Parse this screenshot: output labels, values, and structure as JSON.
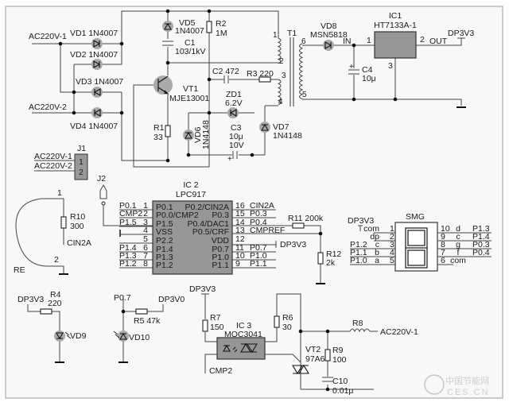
{
  "power": {
    "ac1": "AC220V-1",
    "ac2": "AC220V-2",
    "vd1": "VD1 1N4007",
    "vd2": "VD2 1N4007",
    "vd3": "VD3 1N4007",
    "vd4": "VD4 1N4007",
    "vd5": "VD5",
    "vd5_part": "1N4007",
    "r2": "R2",
    "r2_val": "1M",
    "c1": "C1",
    "c1_val": "103/1kV",
    "vt1": "VT1",
    "vt1_part": "MJE13001",
    "c2": "C2 472",
    "r3": "R3 220",
    "zd1": "ZD1",
    "zd1_val": "6.2V",
    "r1": "R1",
    "r1_val": "33",
    "vd6": "VD6",
    "vd6_part": "1N4148",
    "c3": "C3",
    "c3_val": "10μ",
    "c3_volt": "10V",
    "c3_plus": "+",
    "vd7": "VD7",
    "vd7_part": "1N4148",
    "t1": "T1",
    "t1_pins": [
      "1",
      "2",
      "3",
      "4",
      "5",
      "6"
    ],
    "vd8": "VD8",
    "vd8_part": "MSN5818",
    "in": "IN",
    "c4": "C4",
    "c4_val": "10μ",
    "c4_plus": "+",
    "ic1": "IC1",
    "ic1_part": "HT7133A-1",
    "ic1_pin1": "1",
    "ic1_pin2": "2",
    "ic1_pin3": "3",
    "out": "OUT",
    "dp3v3": "DP3V3"
  },
  "j1": {
    "name": "J1",
    "net1": "AC220V-1",
    "net2": "AC220V-2",
    "pin1": "1",
    "pin2": "2"
  },
  "j2": {
    "name": "J2"
  },
  "sensor": {
    "pin1": "1",
    "pin2": "2",
    "name": "RE",
    "r10": "R10",
    "r10_val": "300",
    "net": "CIN2A"
  },
  "ic2": {
    "name": "IC 2",
    "part": "LPC917",
    "left_pins": [
      {
        "num": "1",
        "net": "P0.1",
        "inner": "P0.1"
      },
      {
        "num": "2",
        "net": "CMP2",
        "inner": "P0.0/CMP2"
      },
      {
        "num": "3",
        "net": "P1.5",
        "inner": "P1.5"
      },
      {
        "num": "4",
        "net": "",
        "inner": "VSS"
      },
      {
        "num": "5",
        "net": "",
        "inner": "P2.2"
      },
      {
        "num": "6",
        "net": "P1.4",
        "inner": "P1.4"
      },
      {
        "num": "7",
        "net": "P1.3",
        "inner": "P1.3"
      },
      {
        "num": "8",
        "net": "P1.2",
        "inner": "P1.2"
      }
    ],
    "right_pins": [
      {
        "num": "16",
        "net": "CIN2A",
        "inner": "P0.2/CIN2A"
      },
      {
        "num": "15",
        "net": "P0.3",
        "inner": "P0.3"
      },
      {
        "num": "14",
        "net": "P0.4",
        "inner": "P0.4/DAC1"
      },
      {
        "num": "13",
        "net": "CMPREF",
        "inner": "P0.5/CRF"
      },
      {
        "num": "12",
        "net": "",
        "inner": "VDD"
      },
      {
        "num": "11",
        "net": "P0.7",
        "inner": "P0.7"
      },
      {
        "num": "10",
        "net": "P1.0",
        "inner": "P1.0"
      },
      {
        "num": "9",
        "net": "P1.1",
        "inner": "P1.1"
      }
    ],
    "vdd_net": "DP3V3",
    "r11": "R11 200k",
    "r12": "R12",
    "r12_val": "2k"
  },
  "smg": {
    "name": "SMG",
    "supply": "DP3V3",
    "left": [
      {
        "num": "1",
        "seg": "com",
        "net": ""
      },
      {
        "num": "2",
        "seg": "dp",
        "net": ""
      },
      {
        "num": "3",
        "seg": "c",
        "net": "P1.2"
      },
      {
        "num": "4",
        "seg": "b",
        "net": "P1.1"
      },
      {
        "num": "5",
        "seg": "a",
        "net": "P1.0"
      }
    ],
    "right": [
      {
        "num": "10",
        "seg": "d",
        "net": "P1.3"
      },
      {
        "num": "9",
        "seg": "c",
        "net": "P1.4"
      },
      {
        "num": "8",
        "seg": "g",
        "net": "P0.3"
      },
      {
        "num": "7",
        "seg": "f",
        "net": "P0.4"
      },
      {
        "num": "6",
        "seg": "com",
        "net": ""
      }
    ]
  },
  "leds": {
    "dp3v3": "DP3V3",
    "r4": "R4",
    "r4_val": "220",
    "vd9": "VD9",
    "p07": "P0.7",
    "dp3v0": "DP3V0",
    "r5": "R5 47k",
    "vd10": "VD10"
  },
  "triac": {
    "dp3v3": "DP3V3",
    "r7": "R7",
    "r7_val": "150",
    "ic3": "IC 3",
    "ic3_part": "MOC3041",
    "cmp2": "CMP2",
    "r6": "R6",
    "r6_val": "30",
    "r8": "R8",
    "ac1": "AC220V-1",
    "r9": "R9",
    "r9_val": "100",
    "vt2": "VT2",
    "vt2_part": "97A6",
    "c10": "C10",
    "c10_val": "0.01μ"
  },
  "watermark": {
    "cn": "中国节能网",
    "en": "CES.CN"
  },
  "colors": {
    "chip_fill": "#969696",
    "diode_halo": "#aaaaaa",
    "wire": "#444444",
    "background": "#f8f8f8"
  }
}
